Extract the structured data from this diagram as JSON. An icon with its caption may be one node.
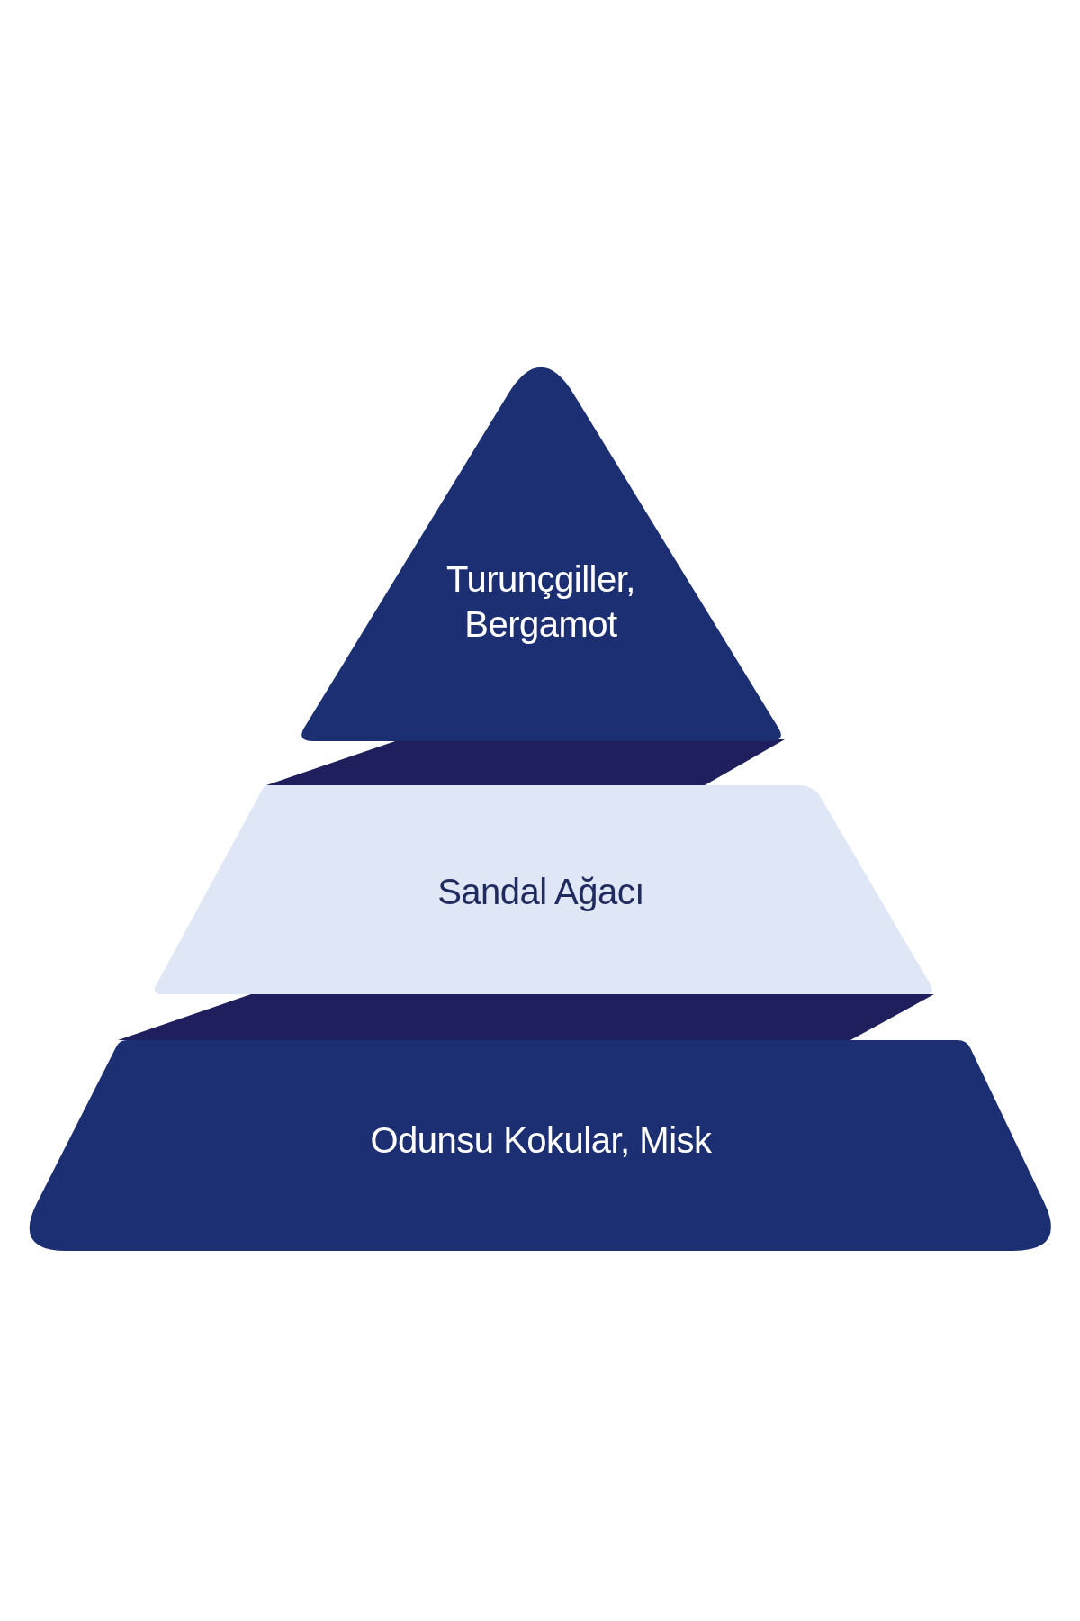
{
  "diagram": {
    "nodes": [
      {
        "text": [
          "Turunçgiller, Bergamot"
        ]
      },
      {
        "text": [
          "Sandal Ağacı"
        ]
      },
      {
        "text": [
          "Odunsu Kokular, Misk"
        ]
      }
    ]
  }
}
